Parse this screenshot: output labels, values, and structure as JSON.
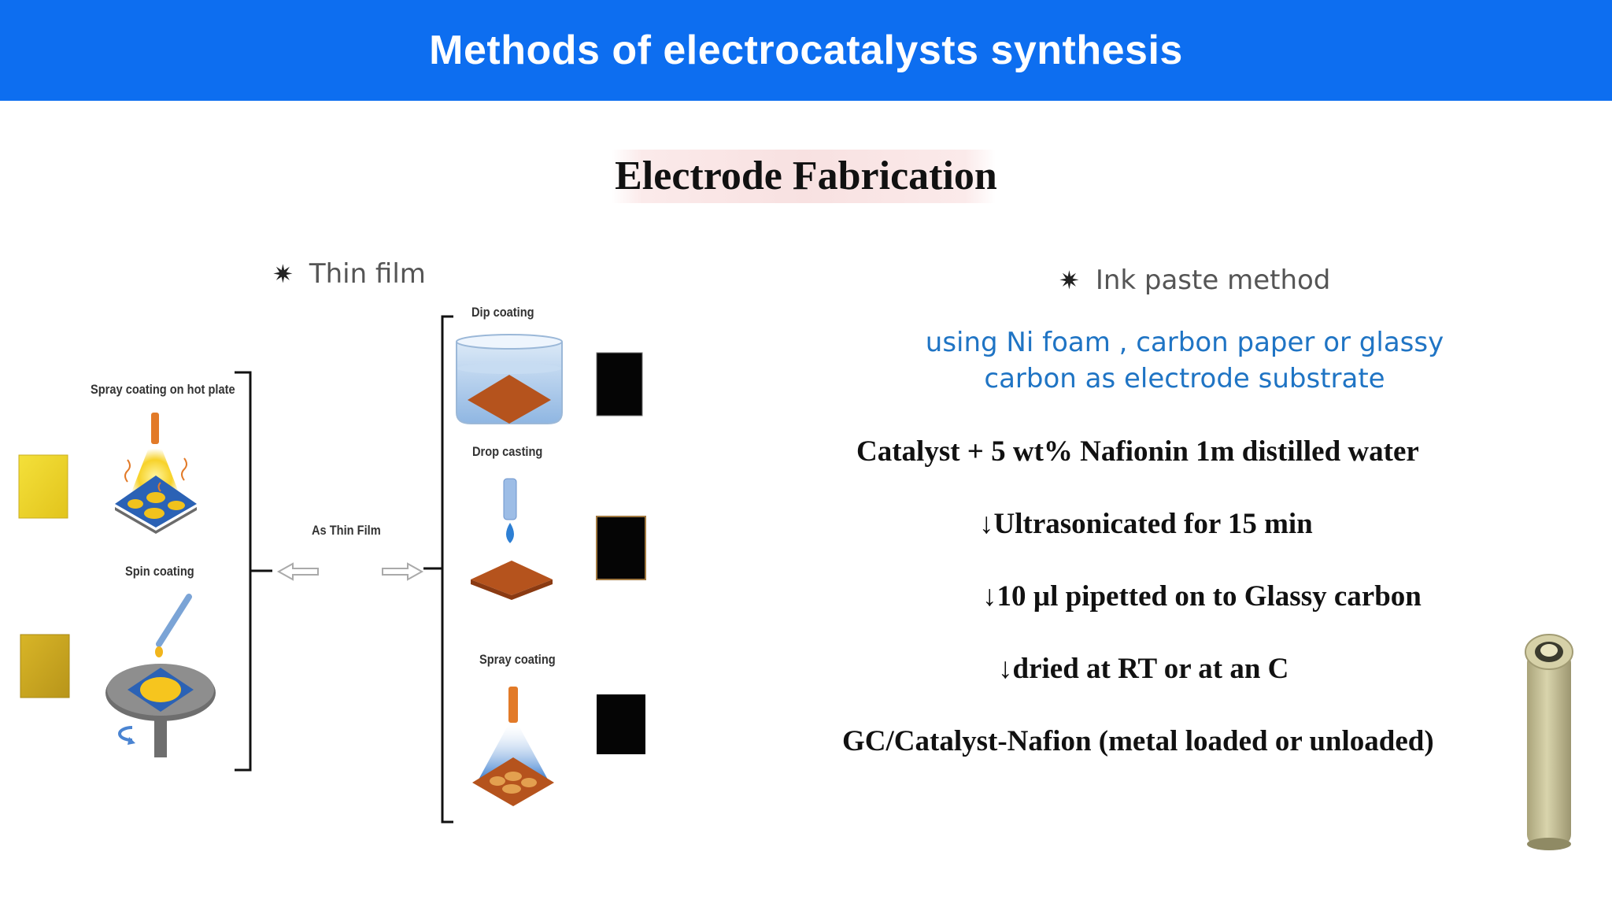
{
  "header": {
    "title": "Methods of electrocatalysts synthesis"
  },
  "subtitle": "Electrode Fabrication",
  "thin_film": {
    "heading": "Thin film",
    "star_icon": "star-bullet-icon",
    "labels": {
      "spray_hot_plate": "Spray coating on hot plate",
      "spin": "Spin coating",
      "as_thin_film": "As Thin Film",
      "dip": "Dip coating",
      "drop": "Drop casting",
      "spray": "Spray coating"
    }
  },
  "ink_paste": {
    "heading": "Ink paste method",
    "star_icon": "star-bullet-icon",
    "note_line1": "using Ni foam , carbon paper or glassy",
    "note_line2": "carbon as electrode substrate",
    "steps": [
      "Catalyst + 5 wt% Nafionin 1m distilled water",
      "↓Ultrasonicated for 15 min",
      "↓10 µl pipetted on to Glassy carbon",
      "↓dried at RT or at an C",
      "GC/Catalyst-Nafion (metal loaded or unloaded)"
    ]
  },
  "colors": {
    "header_bg": "#0d6ef0",
    "note_text": "#1f74c4"
  }
}
